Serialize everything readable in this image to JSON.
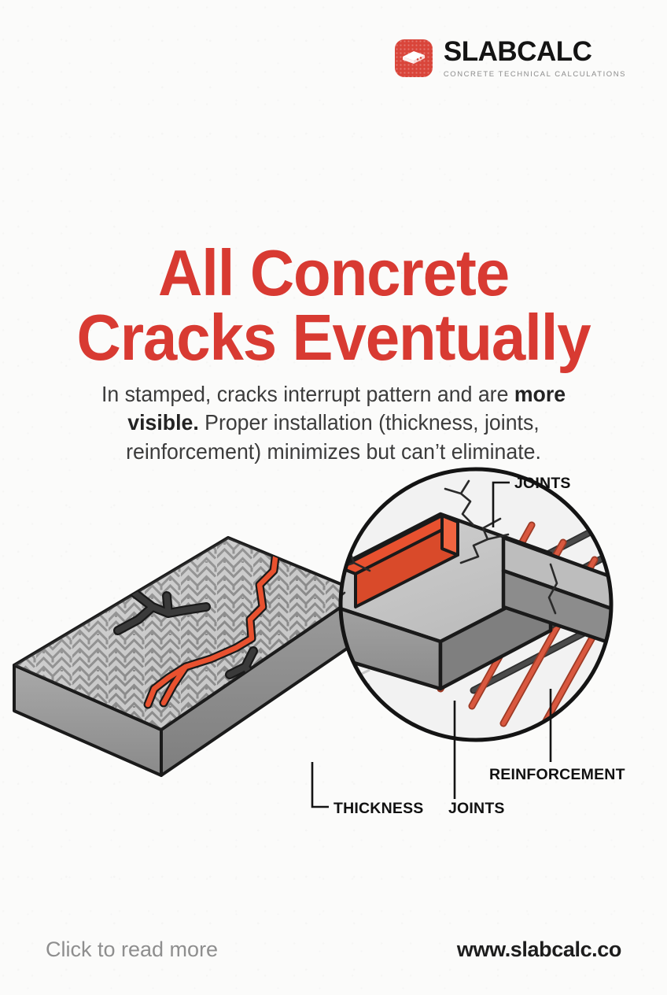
{
  "brand": {
    "name": "SLABCALC",
    "tagline": "CONCRETE TECHNICAL CALCULATIONS",
    "badge_icon": "concrete-slab-icon",
    "badge_color": "#d9453a"
  },
  "headline": {
    "line1": "All Concrete",
    "line2": "Cracks Eventually",
    "color": "#d83a32"
  },
  "subtitle": {
    "part1": "In stamped, cracks interrupt pattern and are ",
    "emphasis": "more visible.",
    "part2": " Proper installation (thickness, joints, reinforcement) minimizes but can’t eliminate."
  },
  "illustration": {
    "description": "Isometric stamped concrete slab with cracks and magnified cutaway showing joint and reinforcement mesh",
    "labels": [
      {
        "id": "joints-top",
        "text": "JOINTS"
      },
      {
        "id": "thickness",
        "text": "THICKNESS"
      },
      {
        "id": "joints-bottom",
        "text": "JOINTS"
      },
      {
        "id": "reinforcement",
        "text": "REINFORCEMENT"
      }
    ],
    "colors": {
      "crack_highlight": "#e8512f",
      "crack_dark": "#3a3a3a",
      "slab_top": "#c9c9c9",
      "slab_side": "#9a9a9a",
      "slab_front": "#8e8e8e",
      "mortar_line": "#8d8d8d",
      "outline": "#1a1a1a",
      "rebar_red": "#d9583f",
      "rebar_dark": "#3c3c3c"
    }
  },
  "footer": {
    "cta": "Click to read more",
    "url": "www.slabcalc.co"
  }
}
